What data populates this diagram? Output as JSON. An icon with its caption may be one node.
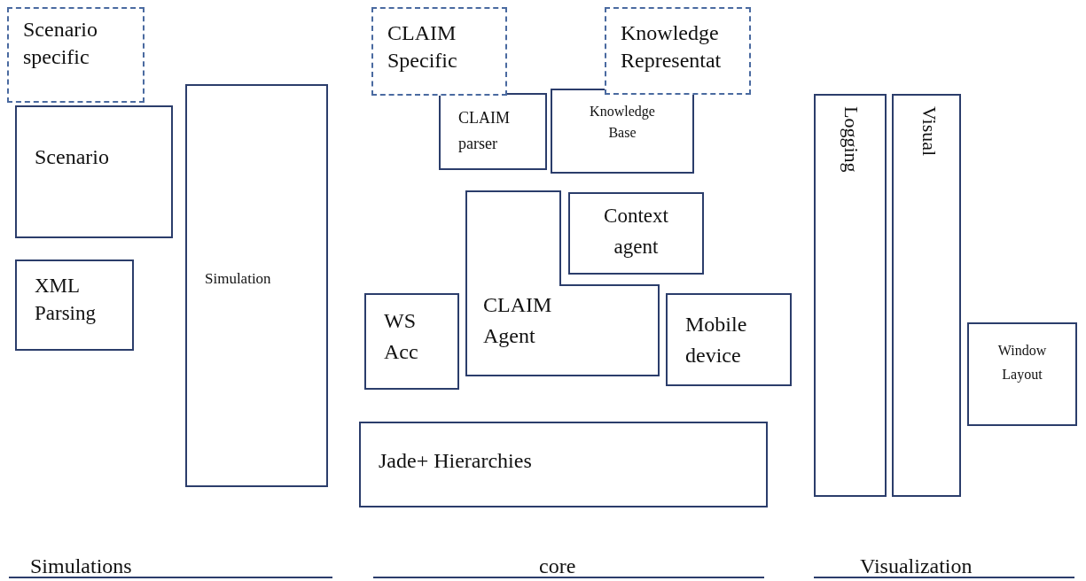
{
  "diagram": {
    "nodes": [
      {
        "text": [
          "Scenario specific"
        ]
      },
      {
        "text": [
          "Scenario"
        ]
      },
      {
        "text": [
          "XML Parsing"
        ]
      },
      {
        "text": [
          "Simulation"
        ]
      },
      {
        "text": [
          "CLAIM Specific"
        ]
      },
      {
        "text": [
          "Knowledge Representat"
        ]
      },
      {
        "text": [
          "CLAIM parser"
        ]
      },
      {
        "text": [
          "Knowledge Base"
        ]
      },
      {
        "text": [
          "Context agent"
        ]
      },
      {
        "text": [
          "CLAIM Agent"
        ]
      },
      {
        "text": [
          "WS Acc"
        ]
      },
      {
        "text": [
          "Mobile device"
        ]
      },
      {
        "text": [
          "Jade+ Hierarchies"
        ]
      },
      {
        "text": [
          "Logging"
        ]
      },
      {
        "text": [
          "Visual"
        ]
      },
      {
        "text": [
          "Window Layout"
        ]
      }
    ],
    "edges": [],
    "labels": [
      "Simulations",
      "core",
      "Visualization"
    ]
  }
}
